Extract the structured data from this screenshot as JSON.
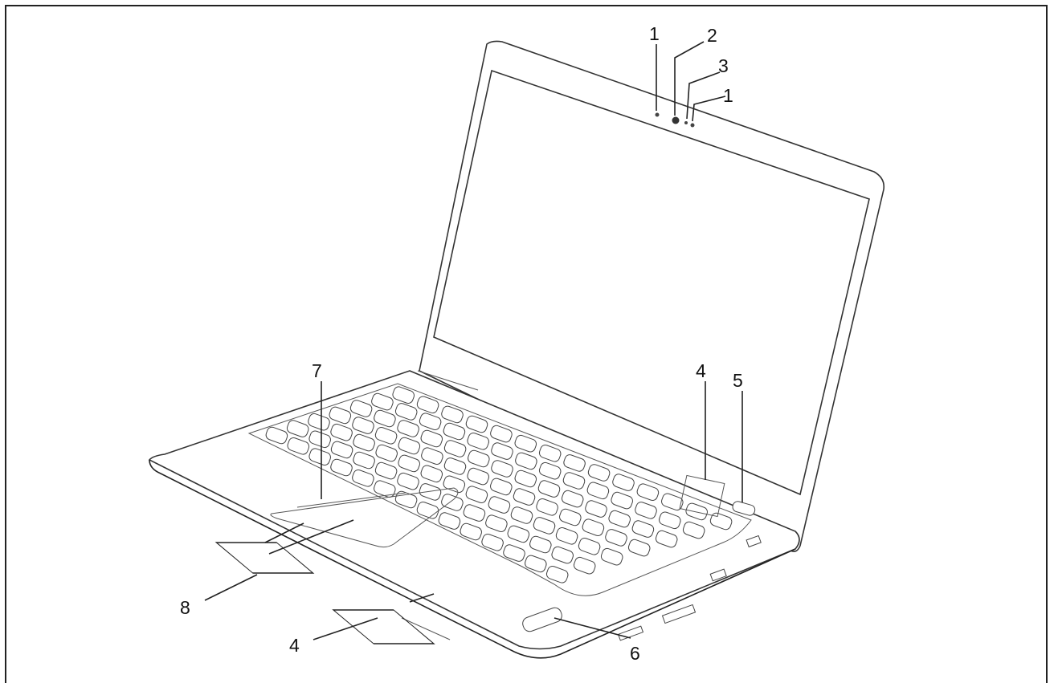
{
  "callouts": [
    {
      "id": "1a",
      "label": "1"
    },
    {
      "id": "2",
      "label": "2"
    },
    {
      "id": "3",
      "label": "3"
    },
    {
      "id": "1b",
      "label": "1"
    },
    {
      "id": "4a",
      "label": "4"
    },
    {
      "id": "5",
      "label": "5"
    },
    {
      "id": "7",
      "label": "7"
    },
    {
      "id": "8",
      "label": "8"
    },
    {
      "id": "4b",
      "label": "4"
    },
    {
      "id": "6",
      "label": "6"
    }
  ]
}
